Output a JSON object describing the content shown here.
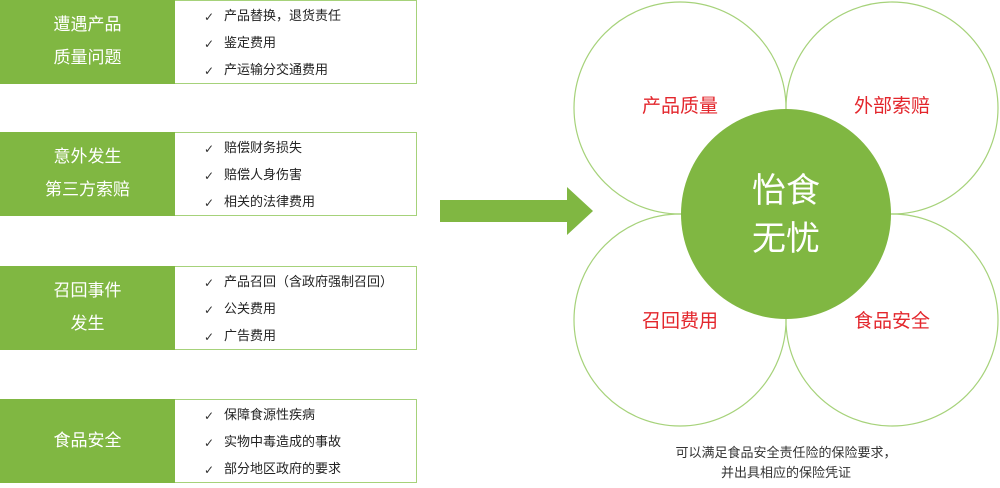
{
  "check_mark": "✓",
  "left_groups": [
    {
      "title_lines": [
        "遭遇产品",
        "质量问题"
      ],
      "items": [
        "产品替换，退货责任",
        "鉴定费用",
        "产运输分交通费用"
      ]
    },
    {
      "title_lines": [
        "意外发生",
        "第三方索赔"
      ],
      "items": [
        "赔偿财务损失",
        "赔偿人身伤害",
        "相关的法律费用"
      ]
    },
    {
      "title_lines": [
        "召回事件",
        "发生"
      ],
      "items": [
        "产品召回（含政府强制召回）",
        "公关费用",
        "广告费用"
      ]
    },
    {
      "title_lines": [
        "食品安全"
      ],
      "items": [
        "保障食源性疾病",
        "实物中毒造成的事故",
        "部分地区政府的要求"
      ]
    }
  ],
  "diagram": {
    "center_lines": [
      "怡食",
      "无忧"
    ],
    "petals": [
      "产品质量",
      "外部索赔",
      "召回费用",
      "食品安全"
    ]
  },
  "caption_lines": [
    "可以满足食品安全责任险的保险要求，",
    "并出具相应的保险凭证"
  ],
  "colors": {
    "accent_green": "#80b742",
    "outline_green": "#a6d27a",
    "label_red": "#e3262c"
  },
  "icons": {
    "arrow": "right-arrow-icon",
    "check": "check-icon"
  }
}
